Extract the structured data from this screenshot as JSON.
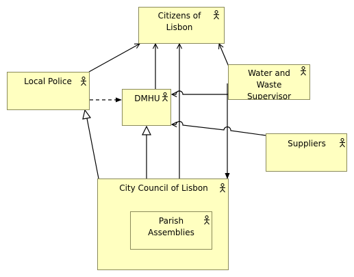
{
  "colors": {
    "box_fill": "#ffffc0",
    "box_border": "#8a8a5a",
    "line": "#000000"
  },
  "nodes": {
    "citizens": {
      "label": "Citizens of\nLisbon",
      "icon": "actor-icon"
    },
    "local_police": {
      "label": "Local Police",
      "icon": "actor-icon"
    },
    "dmhu": {
      "label": "DMHU",
      "icon": "actor-icon"
    },
    "water_supervisor": {
      "label": "Water and\nWaste\nSupervisor",
      "icon": "actor-icon"
    },
    "suppliers": {
      "label": "Suppliers",
      "icon": "actor-icon"
    },
    "city_council": {
      "label": "City Council of Lisbon",
      "icon": "actor-icon"
    },
    "parish": {
      "label": "Parish\nAssemblies",
      "icon": "actor-icon"
    }
  }
}
